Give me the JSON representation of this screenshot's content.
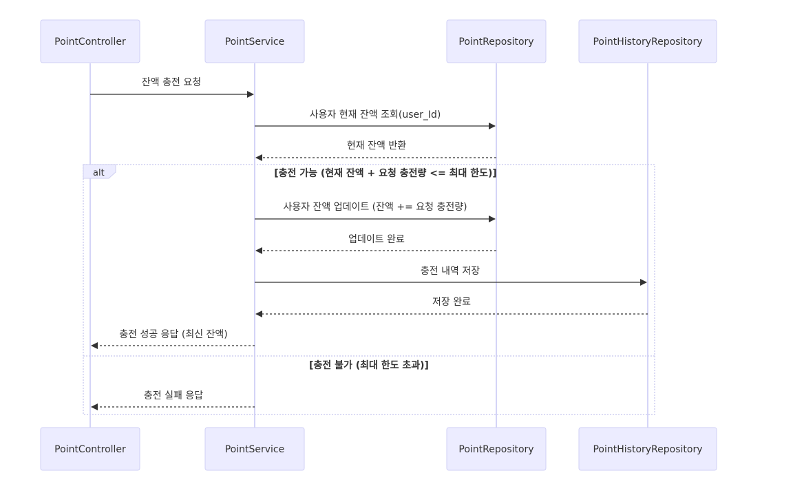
{
  "participants": [
    {
      "id": "pc",
      "label": "PointController"
    },
    {
      "id": "ps",
      "label": "PointService"
    },
    {
      "id": "pr",
      "label": "PointRepository"
    },
    {
      "id": "phr",
      "label": "PointHistoryRepository"
    }
  ],
  "messages": [
    {
      "from": "pc",
      "to": "ps",
      "label": "잔액 충전 요청",
      "style": "solid"
    },
    {
      "from": "ps",
      "to": "pr",
      "label": "사용자 현재 잔액 조회(user_Id)",
      "style": "solid"
    },
    {
      "from": "pr",
      "to": "ps",
      "label": "현재 잔액 반환",
      "style": "dashed"
    },
    {
      "from": "ps",
      "to": "pr",
      "label": "사용자 잔액 업데이트 (잔액 += 요청 충전량)",
      "style": "solid"
    },
    {
      "from": "pr",
      "to": "ps",
      "label": "업데이트 완료",
      "style": "dashed"
    },
    {
      "from": "ps",
      "to": "phr",
      "label": "충전 내역 저장",
      "style": "solid"
    },
    {
      "from": "phr",
      "to": "ps",
      "label": "저장 완료",
      "style": "dashed"
    },
    {
      "from": "ps",
      "to": "pc",
      "label": "충전 성공 응답 (최신 잔액)",
      "style": "dashed"
    },
    {
      "from": "ps",
      "to": "pc",
      "label": "충전 실패 응답",
      "style": "dashed"
    }
  ],
  "alt_block": {
    "type": "alt",
    "conditions": [
      "[충전 가능 (현재 잔액 + 요청 충전량 <= 최대 한도)]",
      "[충전 불가 (최대 한도 초과)]"
    ]
  },
  "colors": {
    "actor_fill": "#ECECFF",
    "actor_stroke": "#CFCFF5",
    "lifeline": "#D4D4F7",
    "text": "#333333"
  }
}
